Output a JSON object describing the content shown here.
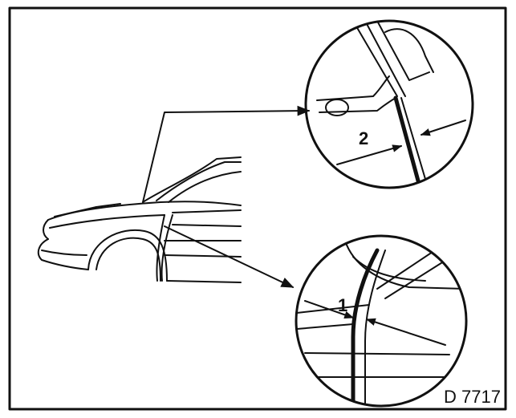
{
  "callouts": {
    "upper": "2",
    "lower": "1"
  },
  "figure_code": "D 7717"
}
